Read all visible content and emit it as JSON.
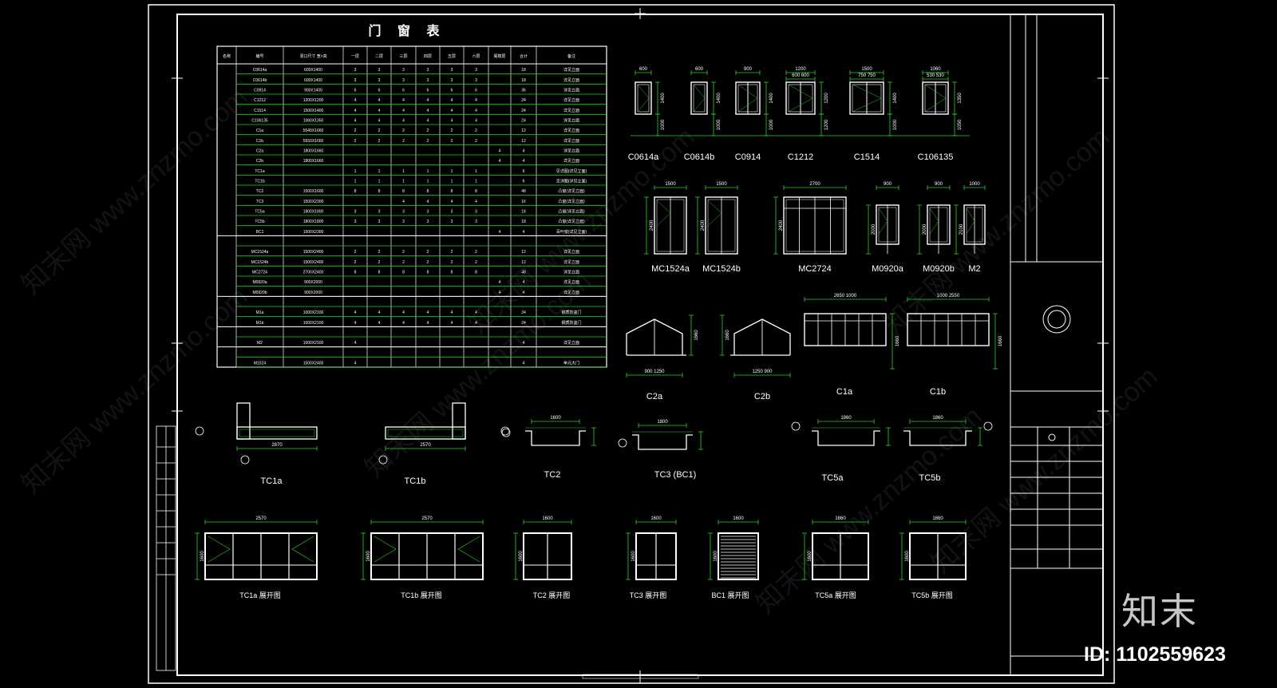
{
  "title": "门 窗 表",
  "table": {
    "headers": [
      "名称",
      "编号",
      "洞口尺寸 宽×高",
      "一层",
      "二层",
      "三层",
      "四层",
      "五层",
      "六层",
      "阁楼层",
      "合计",
      "备注"
    ],
    "rows": [
      [
        "",
        "C0614a",
        "600X1400",
        "3",
        "3",
        "3",
        "3",
        "3",
        "3",
        "",
        "18",
        "详见立面"
      ],
      [
        "",
        "C0614b",
        "600X1400",
        "3",
        "3",
        "3",
        "3",
        "3",
        "3",
        "",
        "18",
        "详见立面"
      ],
      [
        "",
        "C0914",
        "900X1400",
        "6",
        "6",
        "6",
        "6",
        "6",
        "6",
        "",
        "36",
        "详见立面"
      ],
      [
        "",
        "C1212",
        "1200X1200",
        "4",
        "4",
        "4",
        "4",
        "4",
        "4",
        "",
        "24",
        "详见立面"
      ],
      [
        "",
        "C1514",
        "1500X1400",
        "4",
        "4",
        "4",
        "4",
        "4",
        "4",
        "",
        "24",
        "详见立面"
      ],
      [
        "",
        "C106135",
        "1060X1350",
        "4",
        "4",
        "4",
        "4",
        "4",
        "4",
        "",
        "24",
        "详见立面"
      ],
      [
        "",
        "C1a",
        "5540X1660",
        "2",
        "2",
        "2",
        "2",
        "2",
        "2",
        "",
        "12",
        "详见立面"
      ],
      [
        "",
        "C1b",
        "5550X1660",
        "2",
        "2",
        "2",
        "2",
        "2",
        "2",
        "",
        "12",
        "详见立面"
      ],
      [
        "",
        "C2a",
        "1800X1660",
        "",
        "",
        "",
        "",
        "",
        "",
        "4",
        "4",
        "详见立面"
      ],
      [
        "",
        "C2b",
        "1800X1660",
        "",
        "",
        "",
        "",
        "",
        "",
        "4",
        "4",
        "详见立面"
      ],
      [
        "",
        "TC1a",
        "",
        "1",
        "1",
        "1",
        "1",
        "1",
        "1",
        "",
        "6",
        "见详图(详见立面)"
      ],
      [
        "",
        "TC1b",
        "",
        "1",
        "1",
        "1",
        "1",
        "1",
        "1",
        "",
        "6",
        "见详图(详见立面)"
      ],
      [
        "",
        "TC2",
        "1500X1600",
        "8",
        "8",
        "8",
        "8",
        "8",
        "8",
        "",
        "48",
        "凸窗(详见立面)"
      ],
      [
        "",
        "TC3",
        "1500X2300",
        "",
        "",
        "4",
        "4",
        "4",
        "4",
        "",
        "16",
        "凸窗(详见立面)"
      ],
      [
        "",
        "TC5a",
        "1800X1800",
        "3",
        "3",
        "3",
        "3",
        "3",
        "3",
        "",
        "18",
        "凸窗(详见立面)"
      ],
      [
        "",
        "TC5b",
        "1800X1800",
        "3",
        "3",
        "3",
        "3",
        "3",
        "3",
        "",
        "18",
        "凸窗(详见立面)"
      ],
      [
        "",
        "BC1",
        "1500X2300",
        "",
        "",
        "",
        "",
        "",
        "",
        "4",
        "4",
        "百叶窗(详见立面)"
      ],
      [
        "",
        "",
        "",
        "",
        "",
        "",
        "",
        "",
        "",
        "",
        "",
        ""
      ],
      [
        "",
        "MC1524a",
        "1500X2400",
        "2",
        "2",
        "2",
        "2",
        "2",
        "2",
        "",
        "12",
        "详见立面"
      ],
      [
        "",
        "MC1524b",
        "1500X2400",
        "2",
        "2",
        "2",
        "2",
        "2",
        "2",
        "",
        "12",
        "详见立面"
      ],
      [
        "",
        "MC2724",
        "2700X2400",
        "8",
        "8",
        "8",
        "8",
        "8",
        "8",
        "",
        "48",
        "详见立面"
      ],
      [
        "",
        "M0920a",
        "900X2000",
        "",
        "",
        "",
        "",
        "",
        "",
        "4",
        "4",
        "详见立面"
      ],
      [
        "",
        "M0920b",
        "900X2000",
        "",
        "",
        "",
        "",
        "",
        "",
        "4",
        "4",
        "详见立面"
      ],
      [
        "",
        "",
        "",
        "",
        "",
        "",
        "",
        "",
        "",
        "",
        "",
        ""
      ],
      [
        "",
        "M1a",
        "1000X2100",
        "4",
        "4",
        "4",
        "4",
        "4",
        "4",
        "",
        "24",
        "钢质防盗门"
      ],
      [
        "",
        "M1b",
        "1000X2100",
        "4",
        "4",
        "4",
        "4",
        "4",
        "4",
        "",
        "24",
        "钢质防盗门"
      ],
      [
        "",
        "",
        "",
        "",
        "",
        "",
        "",
        "",
        "",
        "",
        "",
        ""
      ],
      [
        "",
        "M2",
        "1000X2100",
        "4",
        "",
        "",
        "",
        "",
        "",
        "",
        "4",
        "详见立面"
      ],
      [
        "",
        "",
        "",
        "",
        "",
        "",
        "",
        "",
        "",
        "",
        "",
        ""
      ],
      [
        "",
        "M1524",
        "1500X2400",
        "4",
        "",
        "",
        "",
        "",
        "",
        "",
        "4",
        "单元大门"
      ]
    ]
  },
  "windows_top": [
    {
      "label": "C0614a",
      "w": "600",
      "h1": "1400",
      "h2": "1000"
    },
    {
      "label": "C0614b",
      "w": "600",
      "h1": "1400",
      "h2": "1000"
    },
    {
      "label": "C0914",
      "w": "900",
      "h1": "1400",
      "h2": "1000"
    },
    {
      "label": "C1212",
      "w": "1200",
      "w2": "600  600",
      "h1": "1200",
      "h2": "1200"
    },
    {
      "label": "C1514",
      "w": "1500",
      "w2": "750  750",
      "h1": "1400",
      "h2": "1000"
    },
    {
      "label": "C106135",
      "w": "1060",
      "w2": "530  530",
      "h1": "1350",
      "h2": "1050"
    }
  ],
  "doors": [
    {
      "label": "MC1524a",
      "w": "1500",
      "h": "2400"
    },
    {
      "label": "MC1524b",
      "w": "1500",
      "h": "2400"
    },
    {
      "label": "MC2724",
      "w": "2700",
      "h": "2400"
    },
    {
      "label": "M0920a",
      "w": "900",
      "h": "2000"
    },
    {
      "label": "M0920b",
      "w": "900",
      "h": "2000"
    },
    {
      "label": "M2",
      "w": "1000",
      "h": "2100"
    }
  ],
  "bay_windows": [
    {
      "label": "C2a",
      "dims": "900  1250"
    },
    {
      "label": "C2b",
      "dims": "1250  900"
    },
    {
      "label": "C1a",
      "dims": "2650  1000"
    },
    {
      "label": "C1b",
      "dims": "1000  2550"
    }
  ],
  "plans": [
    {
      "label": "TC1a",
      "dims": "2870"
    },
    {
      "label": "TC1b",
      "dims": "2570"
    },
    {
      "label": "TC2",
      "dims": "1600"
    },
    {
      "label": "TC3 (BC1)",
      "dims": "1800"
    },
    {
      "label": "TC5a",
      "dims": "1860"
    },
    {
      "label": "TC5b",
      "dims": "1860"
    }
  ],
  "elevations": [
    {
      "label": "TC1a 展开图",
      "dims": "2570"
    },
    {
      "label": "TC1b 展开图",
      "dims": "2570"
    },
    {
      "label": "TC2 展开图",
      "dims": "1600"
    },
    {
      "label": "TC3 展开图",
      "dims": "1600"
    },
    {
      "label": "BC1 展开图",
      "dims": "1600"
    },
    {
      "label": "TC5a 展开图",
      "dims": "1860"
    },
    {
      "label": "TC5b 展开图",
      "dims": "1860"
    }
  ],
  "watermark": "知末网 www.znzmo.com",
  "brand": "知末",
  "image_id": "ID: 1102559623",
  "colors": {
    "background": "#000000",
    "lines": "#ffffff",
    "table_grid": "#1fd11f",
    "dims": "#2ad12a"
  }
}
